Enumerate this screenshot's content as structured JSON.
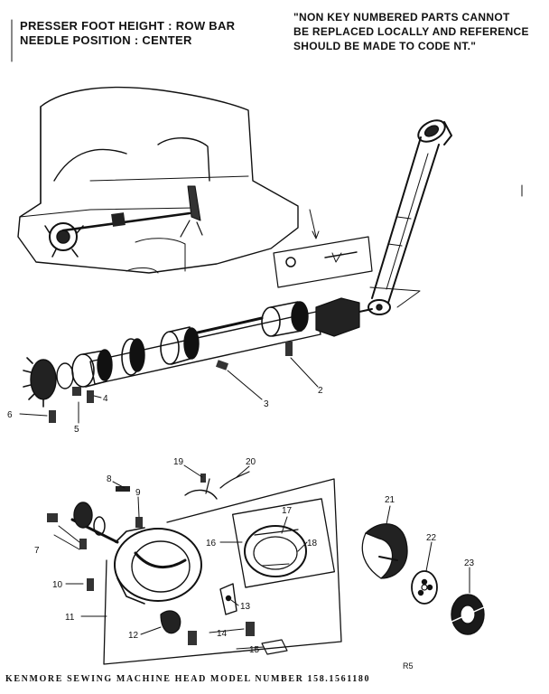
{
  "header": {
    "left_line1": "PRESSER FOOT HEIGHT : ROW BAR",
    "left_line2": "NEEDLE POSITION : CENTER",
    "note_line1": "\"NON KEY NUMBERED PARTS CANNOT",
    "note_line2": "BE REPLACED LOCALLY AND REFERENCE",
    "note_line3": "SHOULD BE MADE TO CODE NT.\""
  },
  "callouts": {
    "p2": "2",
    "p3": "3",
    "p4": "4",
    "p5": "5",
    "p6": "6",
    "p7": "7",
    "p8": "8",
    "p9": "9",
    "p10": "10",
    "p11": "11",
    "p12": "12",
    "p13": "13",
    "p14": "14",
    "p15": "15",
    "p16": "16",
    "p17": "17",
    "p18": "18",
    "p19": "19",
    "p20": "20",
    "p21": "21",
    "p22": "22",
    "p23": "23"
  },
  "page_code": "R5",
  "footer": "KENMORE SEWING MACHINE HEAD MODEL NUMBER 158.1561180",
  "colors": {
    "ink": "#111111",
    "paper": "#ffffff"
  }
}
